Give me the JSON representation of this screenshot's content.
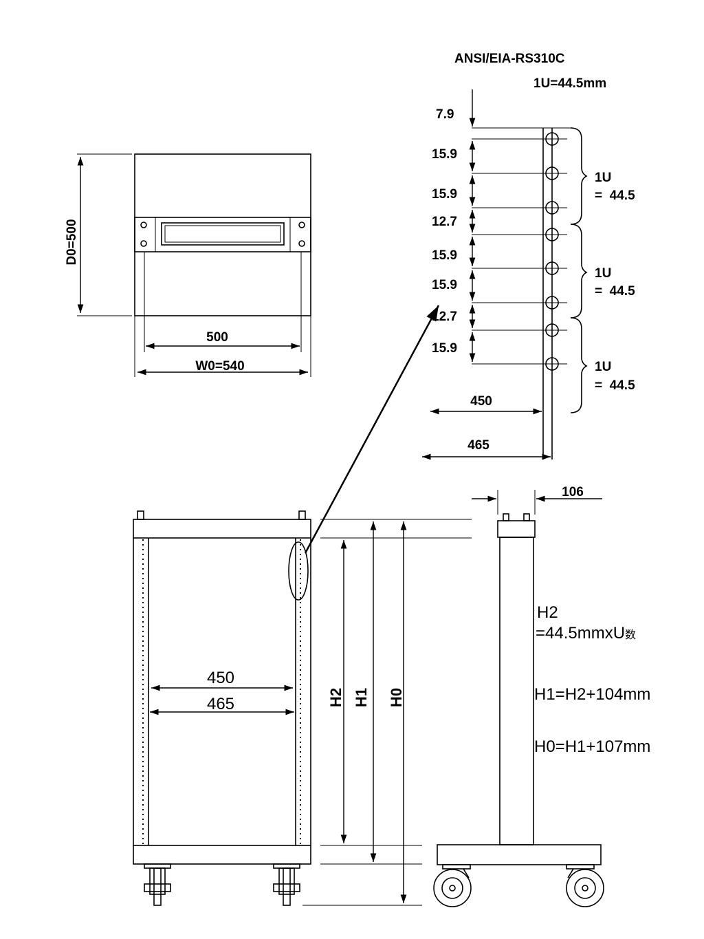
{
  "standard": "ANSI/EIA-RS310C",
  "unit_def": "1U=44.5mm",
  "top_view": {
    "depth_label": "D0=500",
    "inner_width": "500",
    "outer_width": "W0=540"
  },
  "hole_pitch": {
    "top_offset": "7.9",
    "spacings": [
      "15.9",
      "15.9",
      "12.7",
      "15.9",
      "15.9",
      "12.7",
      "15.9"
    ],
    "unit_label": "1U",
    "unit_value": "=  44.5",
    "rail_inner": "450",
    "rail_outer": "465"
  },
  "front_view": {
    "inner_width": "450",
    "outer_width": "465",
    "h2": "H2",
    "h1": "H1",
    "h0": "H0"
  },
  "side_view": {
    "rail_depth": "106",
    "h2_title": "H2",
    "h2_formula": "=44.5mmxU",
    "h2_suffix": "数",
    "h1_formula": "H1=H2+104mm",
    "h0_formula": "H0=H1+107mm"
  }
}
